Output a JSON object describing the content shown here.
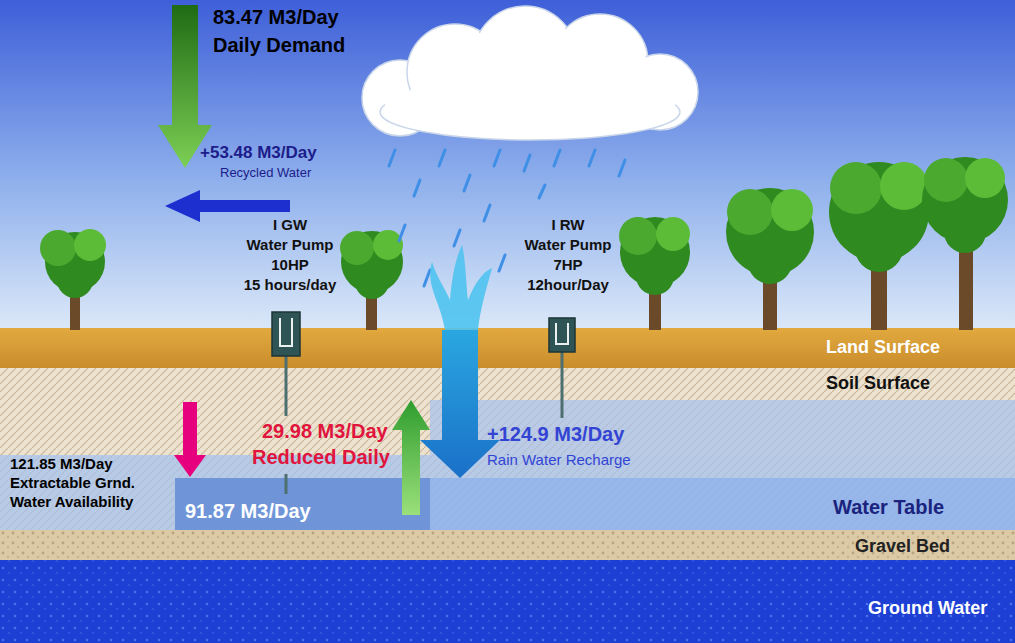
{
  "diagram": {
    "labels": [
      "83.47 M3/Day",
      "Daily Demand",
      "+53.48 M3/Day",
      "Recycled Water",
      "I GW",
      "Water Pump",
      "10HP",
      "15 hours/day",
      "I RW",
      "Water Pump",
      "7HP",
      "12hour/Day",
      "29.98 M3/Day",
      "Reduced Daily",
      "+124.9 M3/Day",
      "Rain Water Recharge",
      "121.85 M3/Day",
      "Extractable Grnd.",
      "Water Availability",
      "91.87 M3/Day",
      "Land Surface",
      "Soil Surface",
      "Water Table",
      "Gravel Bed",
      "Ground Water"
    ]
  }
}
